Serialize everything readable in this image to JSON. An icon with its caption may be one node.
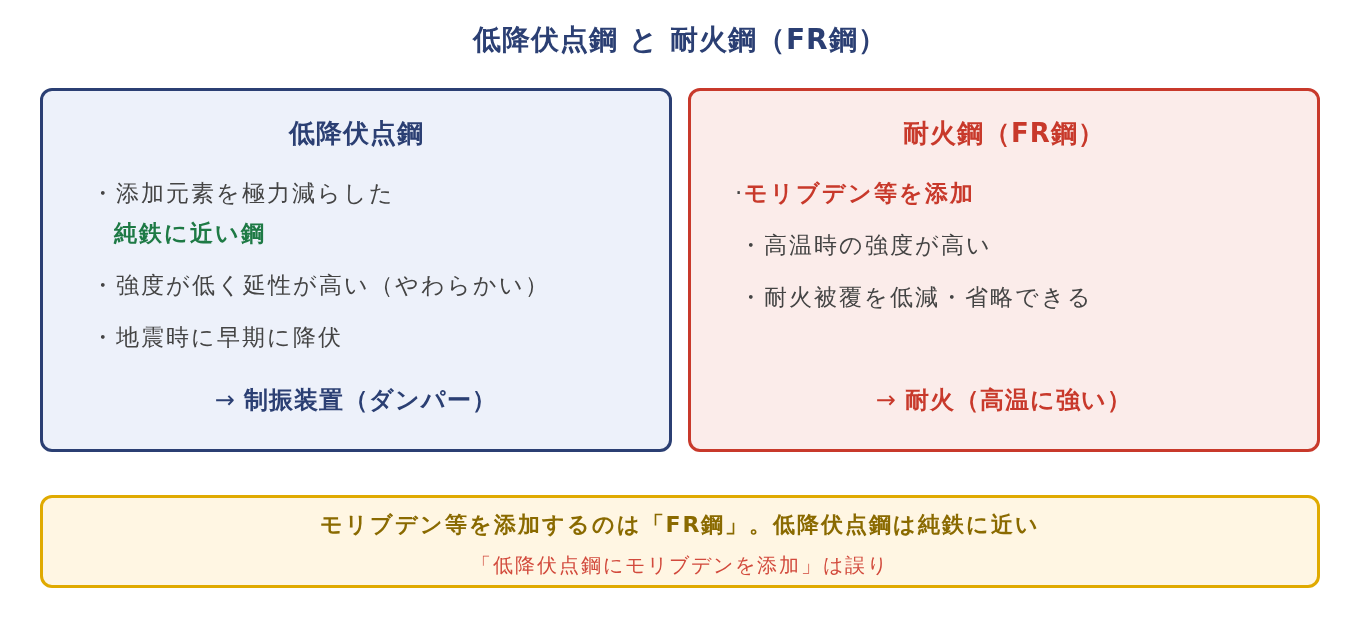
{
  "diagram": {
    "title": "低降伏点鋼 と 耐火鋼（FR鋼）",
    "nodes": [
      {
        "text": [
          "低降伏点鋼",
          "・添加元素を極力減らした**純鉄に近い鋼**",
          "・強度が低く延性が高い（やわらかい）",
          "・地震時に早期に降伏",
          "→ **制振装置（ダンパー）**"
        ]
      },
      {
        "text": [
          "耐火鋼（FR鋼）",
          "·**モリブデン等を添加**",
          "・高温時の強度が高い",
          "・耐火被覆を低減・省略できる",
          "→ **耐火（高温に強い）**"
        ]
      },
      {
        "text": [
          "モリブデン等を添加するのは「FR鋼」。低降伏点鋼は純鉄に近い",
          "「低降伏点鋼にモリブデンを添加」は誤り"
        ]
      }
    ]
  }
}
